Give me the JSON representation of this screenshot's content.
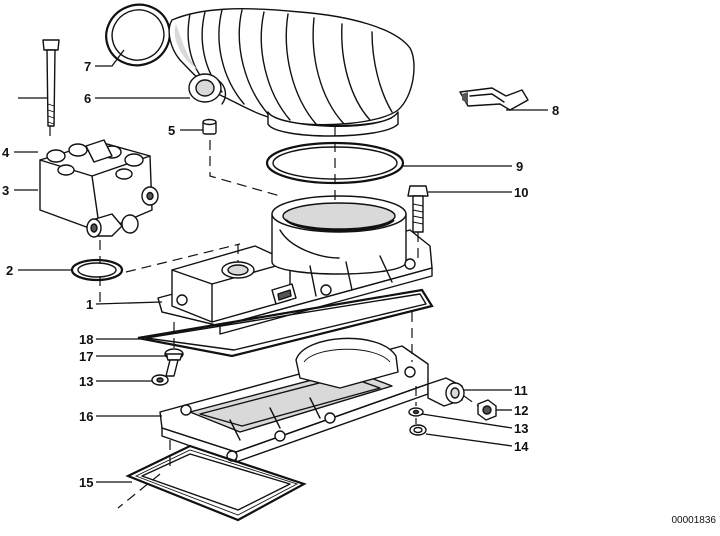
{
  "diagram": {
    "reference_number": "00001836",
    "callouts": [
      "1",
      "2",
      "3",
      "4",
      "5",
      "6",
      "7",
      "8",
      "9",
      "10",
      "11",
      "12",
      "13",
      "13",
      "14",
      "15",
      "16",
      "17",
      "18"
    ]
  }
}
